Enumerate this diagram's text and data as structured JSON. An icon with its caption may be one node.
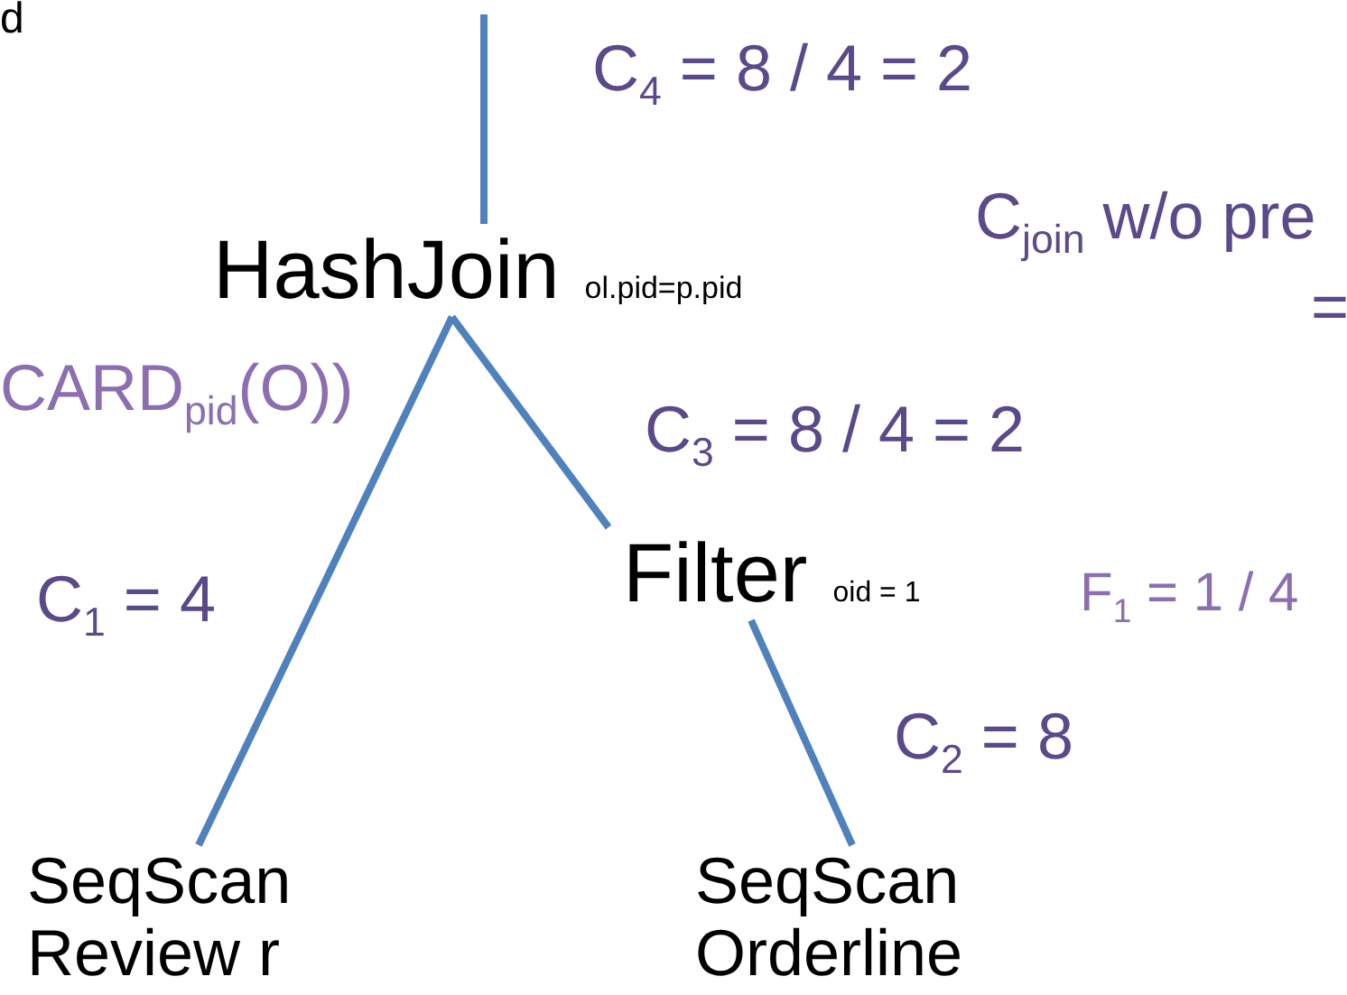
{
  "diagram": {
    "nodes": [
      {
        "text": [
          "HashJoin"
        ],
        "beside": [
          "ol.pid=p.pid"
        ]
      },
      {
        "text": [
          "Filter"
        ],
        "beside": [
          "oid = 1"
        ]
      },
      {
        "text": [
          "SeqScan Review r"
        ]
      },
      {
        "text": [
          "SeqScan Orderline"
        ]
      }
    ],
    "edges": [
      {
        "from": null,
        "to": 0,
        "arrow": "none",
        "label": "C$_{4}$ = 8 / 4 = 2"
      },
      {
        "from": 0,
        "to": 2,
        "arrow": "none",
        "label": "C$_{1}$ = 4"
      },
      {
        "from": 0,
        "to": 1,
        "arrow": "none",
        "label": "C$_{3}$ = 8 / 4 = 2"
      },
      {
        "from": 1,
        "to": 3,
        "arrow": "none",
        "label": "C$_{2}$ = 8"
      }
    ],
    "labels": [
      "d",
      "C$_{join}$ w/o pre",
      "=",
      "CARD$_{pid}$(O))",
      "F$_{1}$ = 1 / 4"
    ]
  }
}
